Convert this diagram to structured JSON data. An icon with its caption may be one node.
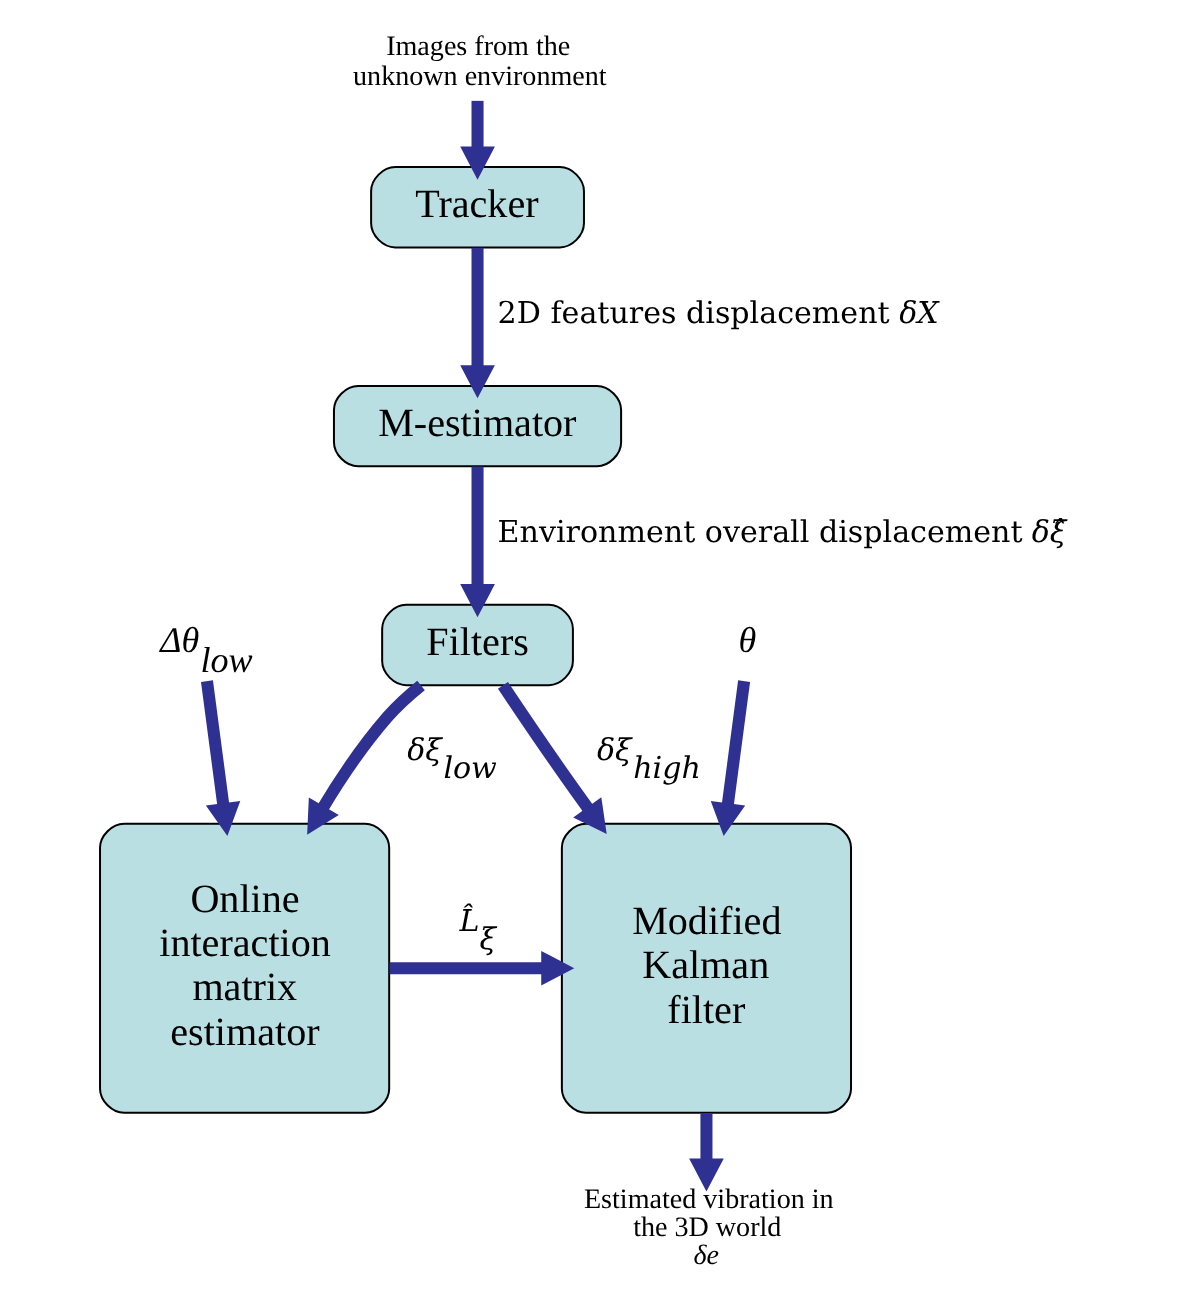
{
  "diagram": {
    "nodes": [
      {
        "text": [
          "Images from the unknown environment"
        ]
      },
      {
        "text": [
          "Tracker"
        ]
      },
      {
        "text": [
          "M-estimator"
        ]
      },
      {
        "text": [
          "Filters"
        ]
      },
      {
        "text": [
          "Online interaction matrix estimator"
        ]
      },
      {
        "text": [
          "Modified Kalman filter"
        ]
      },
      {
        "text": [
          "*θ*"
        ]
      },
      {
        "text": [
          "*Δθ*$_{low}$"
        ]
      },
      {
        "text": [
          "Estimated vibration in the 3D world",
          "*δe*"
        ]
      }
    ],
    "edges": [
      {
        "from": 0,
        "to": 1,
        "arrow": "to"
      },
      {
        "from": 1,
        "to": 2,
        "arrow": "to",
        "label": "2D features displacement *δX*"
      },
      {
        "from": 2,
        "to": 3,
        "arrow": "to",
        "label": "Environment overall displacement *δξ̂*"
      },
      {
        "from": 3,
        "to": 4,
        "arrow": "to",
        "label": "*δξ*$_{low}$"
      },
      {
        "from": 3,
        "to": 5,
        "arrow": "to",
        "label": "*δξ*$_{high}$"
      },
      {
        "from": 4,
        "to": 5,
        "arrow": "to",
        "label": "*L̂*$_{ξ}$"
      },
      {
        "from": 6,
        "to": 5,
        "arrow": "to"
      },
      {
        "from": 7,
        "to": 4,
        "arrow": "to"
      },
      {
        "from": 5,
        "to": 8,
        "arrow": "to"
      }
    ]
  }
}
